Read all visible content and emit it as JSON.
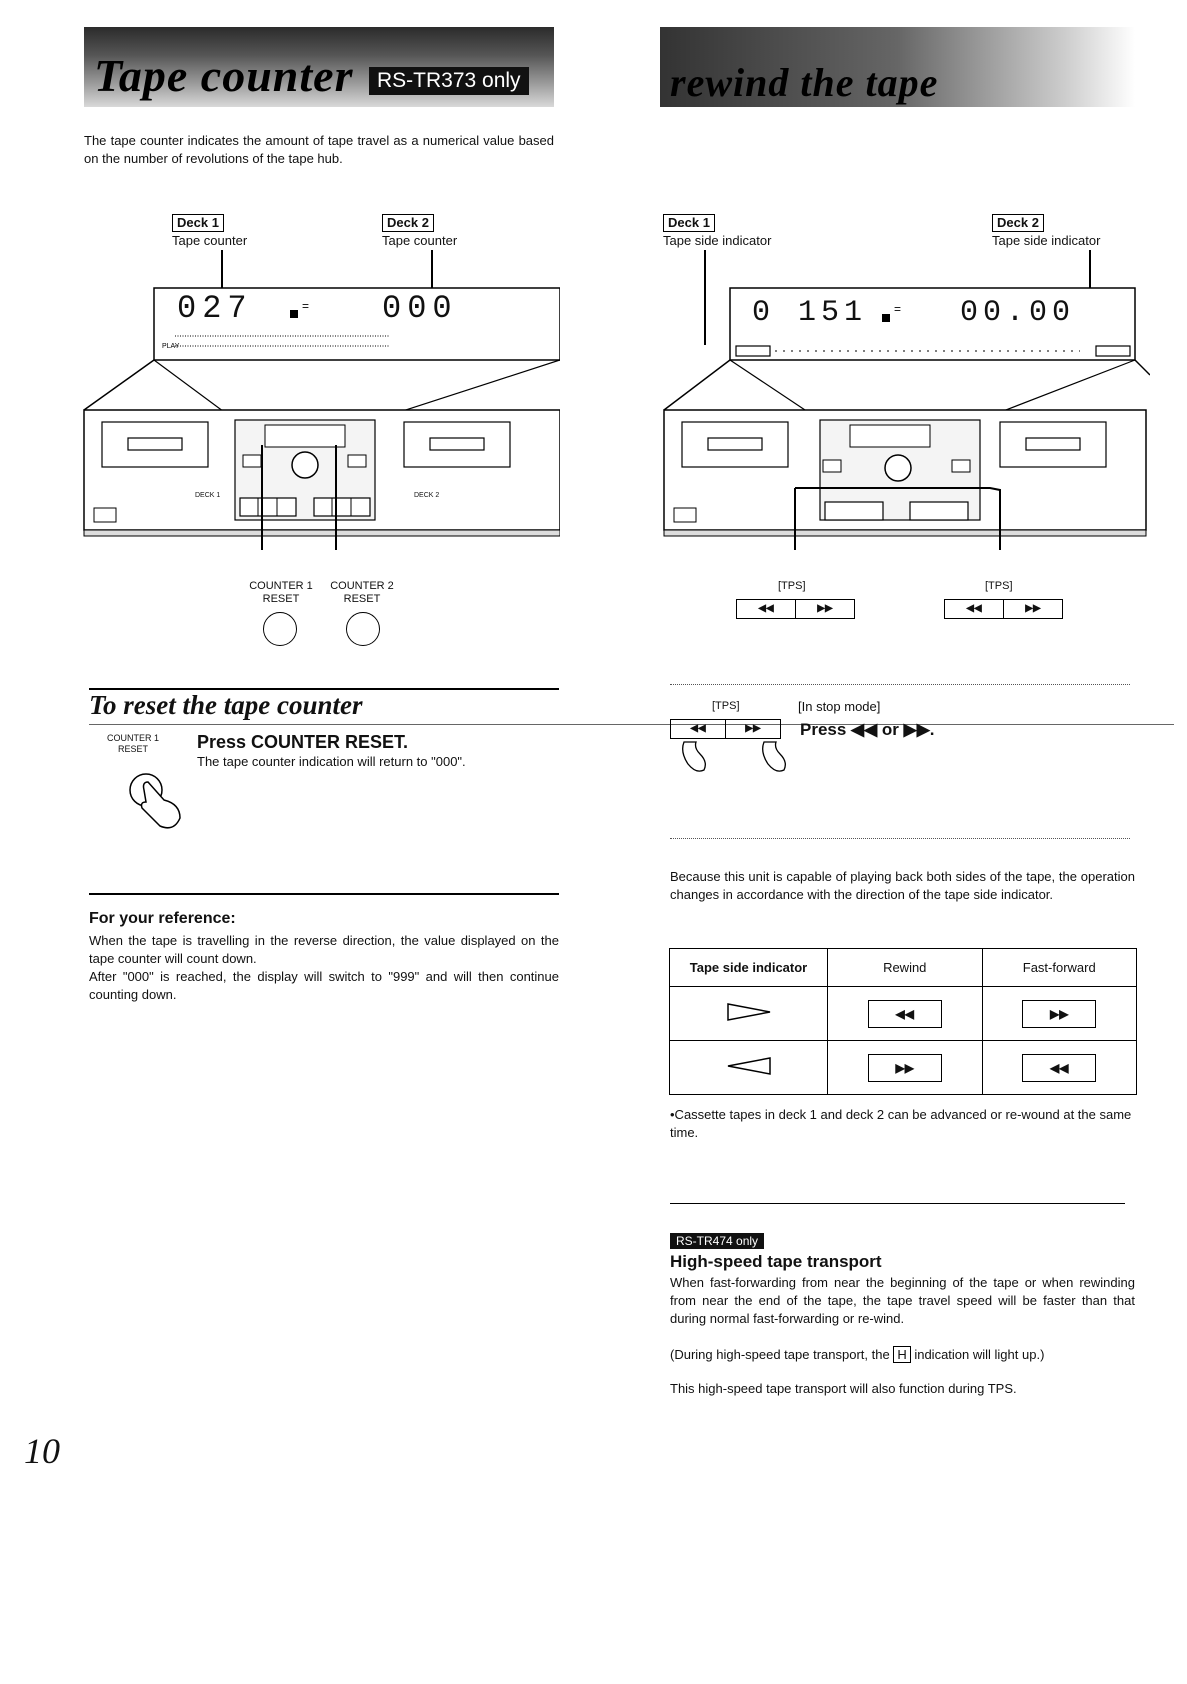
{
  "left": {
    "banner_title": "Tape counter",
    "badge": "RS-TR373 only",
    "intro": "The tape counter indicates the amount of tape travel as a numerical value based on the number of revolutions of the tape hub.",
    "deck1_label": "Deck 1",
    "deck1_caption": "Tape counter",
    "deck2_label": "Deck 2",
    "deck2_caption": "Tape counter",
    "display_left": "027",
    "display_right": "000",
    "deck1_small": "DECK 1",
    "deck2_small": "DECK 2",
    "counter1_line1": "COUNTER 1",
    "counter1_line2": "RESET",
    "counter2_line1": "COUNTER 2",
    "counter2_line2": "RESET",
    "reset_heading": "To reset the tape counter",
    "reset_icon_line1": "COUNTER 1",
    "reset_icon_line2": "RESET",
    "reset_step": "Press COUNTER RESET.",
    "reset_desc": "The tape counter indication will return to \"000\".",
    "ref_heading": "For your reference:",
    "ref_p1": "When the tape is travelling in the reverse direction, the value displayed on the tape counter will count down.",
    "ref_p2": "After \"000\" is reached, the display will switch to \"999\" and will then continue counting down."
  },
  "right": {
    "banner_title": "rewind the tape",
    "deck1_label": "Deck 1",
    "deck1_caption": "Tape side indicator",
    "deck2_label": "Deck 2",
    "deck2_caption": "Tape side indicator",
    "display_left": "0 151",
    "display_right": "00.00",
    "tps1": "[TPS]",
    "tps2": "[TPS]",
    "step_tps": "[TPS]",
    "step_mode": "[In stop mode]",
    "step_text": "Press ◀◀ or ▶▶.",
    "para": "Because this unit is capable of playing back both sides of the tape, the operation changes in accordance with the direction of the tape side indicator.",
    "table": {
      "head": [
        "Tape side indicator",
        "Rewind",
        "Fast-forward"
      ],
      "rows": [
        {
          "rewind": "◀◀",
          "ff": "▶▶"
        },
        {
          "rewind": "▶▶",
          "ff": "◀◀"
        }
      ]
    },
    "note": "•Cassette tapes in deck 1 and deck 2 can be advanced or re-wound at the same time.",
    "badge2": "RS-TR474 only",
    "hs_heading": "High-speed tape transport",
    "hs_p1": "When fast-forwarding from near the beginning of the tape or when rewinding from near the end of the tape, the tape travel speed will be faster than that during normal fast-forwarding or re-wind.",
    "hs_p2a": "(During high-speed tape transport, the",
    "hs_h": "H",
    "hs_p2b": "indication will light up.)",
    "hs_p3": "This high-speed tape transport will also function during TPS."
  },
  "page_number": "10"
}
